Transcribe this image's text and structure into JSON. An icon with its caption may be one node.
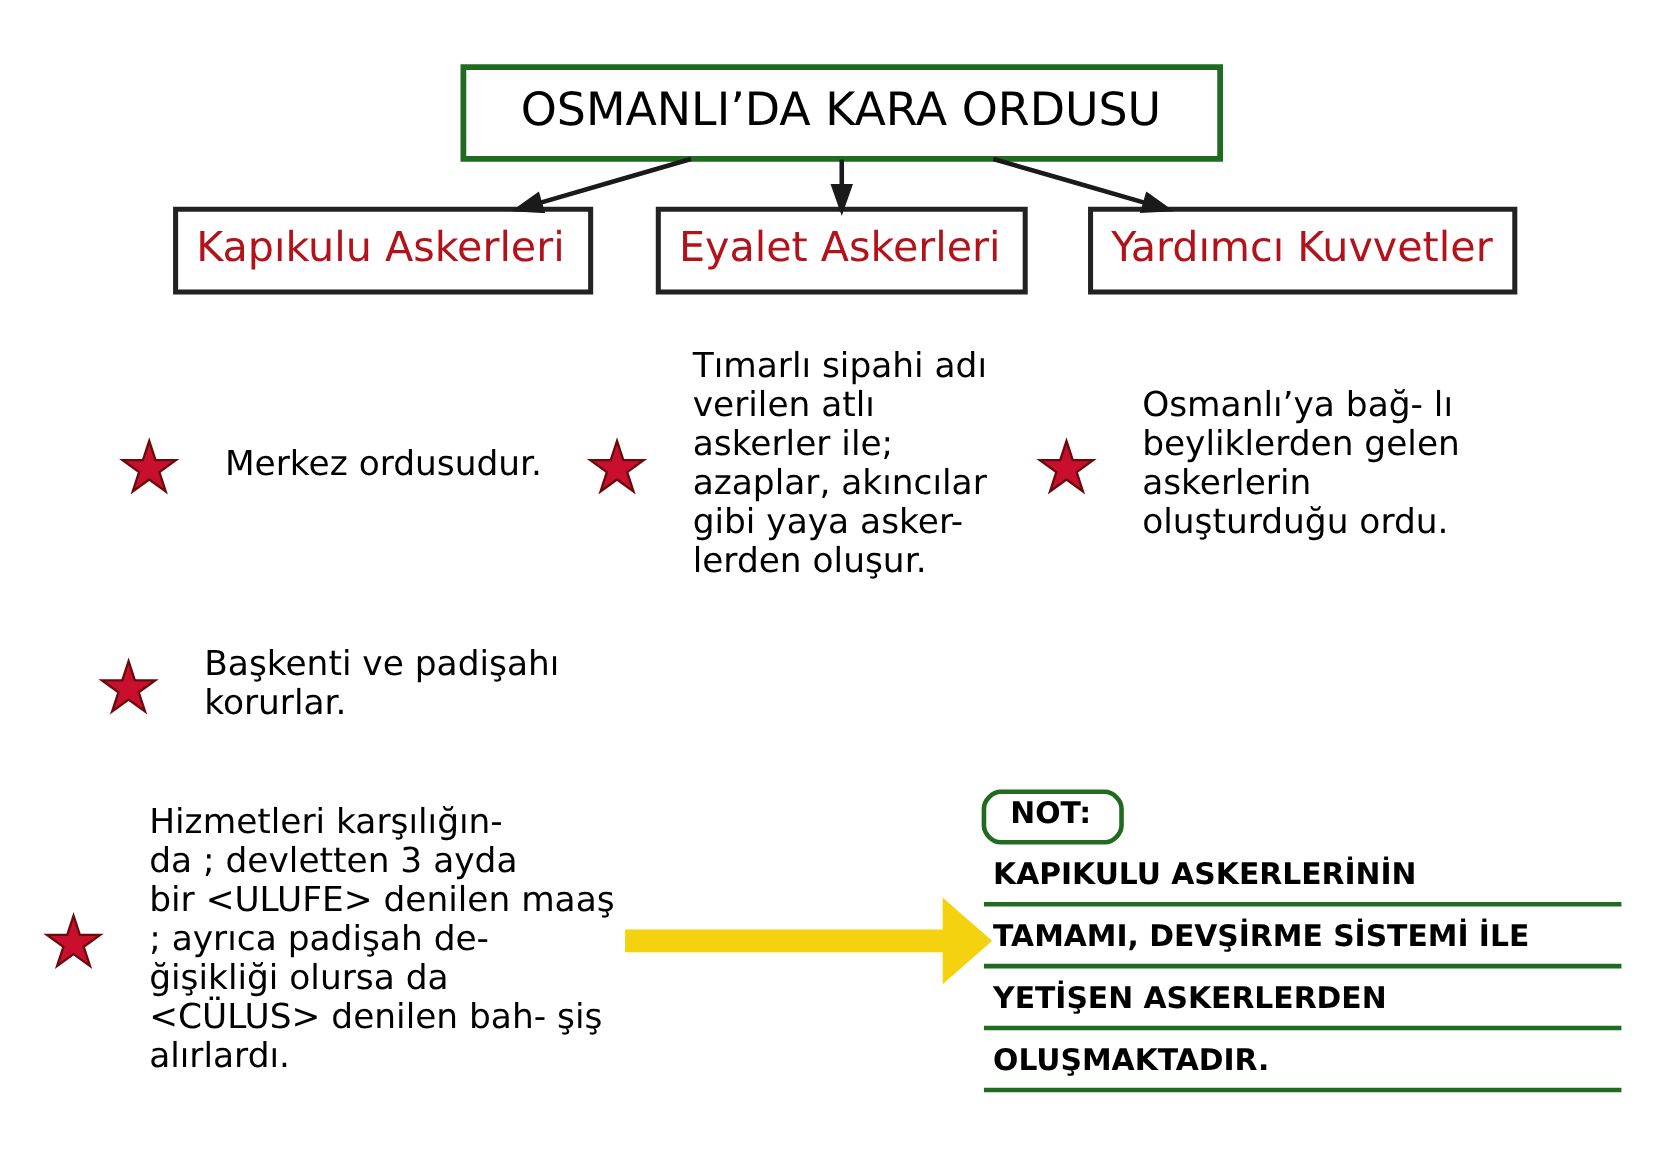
{
  "diagram": {
    "nodes": [
      {
        "text": [
          "OSMANLI’DA KARA ORDUSU"
        ]
      },
      {
        "text": [
          "Kapıkulu Askerleri"
        ]
      },
      {
        "text": [
          "Eyalet Askerleri"
        ]
      },
      {
        "text": [
          "Yardımcı Kuvvetler"
        ]
      },
      {
        "text": [
          "Hizmetleri karşılığın- da ; devletten 3 ayda bir <ULUFE> denilen maaş ; ayrıca padişah de- ğişikliği olursa da <CÜLUS> denilen bah- şiş alırlardı."
        ]
      },
      {
        "text": [
          "NOT:",
          "KAPIKULU ASKERLERİNİN TAMAMI, DEVŞİRME SİSTEMİ İLE YETİŞEN ASKERLERDEN OLUŞMAKTADIR."
        ]
      },
      {
        "text": [],
        "shape": "star"
      },
      {
        "text": [],
        "shape": "star"
      },
      {
        "text": [],
        "shape": "star"
      },
      {
        "text": [],
        "shape": "star"
      },
      {
        "text": [],
        "shape": "star"
      }
    ],
    "edges": [
      {
        "from": 0,
        "to": 1,
        "arrow": "to"
      },
      {
        "from": 0,
        "to": 2,
        "arrow": "to"
      },
      {
        "from": 0,
        "to": 3,
        "arrow": "to"
      },
      {
        "from": 4,
        "to": 5,
        "arrow": "to",
        "style": "thick",
        "color": "#f5d20f"
      }
    ],
    "labels": [
      "Merkez ordusudur.",
      "Başkenti ve padişahı korurlar.",
      "Tımarlı sipahi adı verilen atlı askerler ile; azaplar, akıncılar gibi yaya asker- lerden oluşur.",
      "Osmanlı’ya bağ- lı beyliklerden gelen askerlerin oluşturduğu ordu."
    ]
  }
}
